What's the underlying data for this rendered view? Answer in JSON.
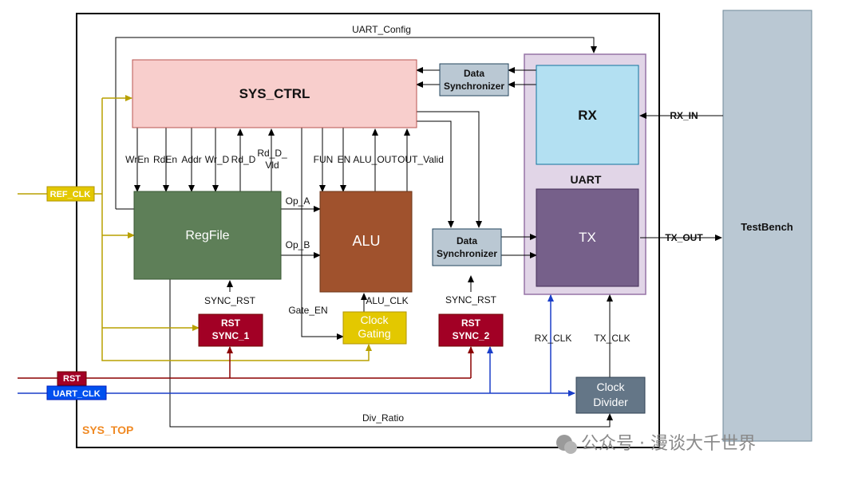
{
  "blocks": {
    "sys_ctrl": "SYS_CTRL",
    "regfile": "RegFile",
    "alu": "ALU",
    "rx": "RX",
    "tx": "TX",
    "uart": "UART",
    "testbench": "TestBench",
    "sys_top": "SYS_TOP",
    "data_sync_top_1": "Data",
    "data_sync_top_2": "Synchronizer",
    "data_sync_mid_1": "Data",
    "data_sync_mid_2": "Synchronizer",
    "rst_sync_1_a": "RST",
    "rst_sync_1_b": "SYNC_1",
    "rst_sync_2_a": "RST",
    "rst_sync_2_b": "SYNC_2",
    "clock_gating_1": "Clock",
    "clock_gating_2": "Gating",
    "clock_divider_1": "Clock",
    "clock_divider_2": "Divider"
  },
  "signals": {
    "uart_config": "UART_Config",
    "wren": "WrEn",
    "rden": "RdEn",
    "addr": "Addr",
    "wr_d": "Wr_D",
    "rd_d": "Rd_D",
    "rd_d_vld_1": "Rd_D_",
    "rd_d_vld_2": "Vld",
    "fun": "FUN",
    "en": "EN",
    "alu_out": "ALU_OUT",
    "out_valid": "OUT_Valid",
    "op_a": "Op_A",
    "op_b": "Op_B",
    "sync_rst_1": "SYNC_RST",
    "sync_rst_2": "SYNC_RST",
    "gate_en": "Gate_EN",
    "alu_clk": "ALU_CLK",
    "rx_clk": "RX_CLK",
    "tx_clk": "TX_CLK",
    "rx_in": "RX_IN",
    "tx_out": "TX_OUT",
    "div_ratio": "Div_Ratio",
    "ref_clk": "REF_CLK",
    "rst": "RST",
    "uart_clk": "UART_CLK"
  },
  "watermark": "公众号 · 漫谈大千世界",
  "colors": {
    "sys_ctrl_fill": "#f8cecc",
    "regfile_fill": "#5e7f58",
    "alu_fill": "#a0522d",
    "rx_fill": "#b3e0f2",
    "tx_fill": "#76608a",
    "uart_fill": "#e1d5e7",
    "sync_fill": "#bac8d3",
    "rst_sync_fill": "#a20025",
    "clock_gating_fill": "#e3c800",
    "divider_fill": "#647687",
    "testbench_fill": "#bac8d3",
    "ref_clk_wire": "#b8a000",
    "rst_wire": "#8b0000",
    "uart_clk_wire": "#1a3ec9",
    "sys_top_label": "#f08a24"
  }
}
